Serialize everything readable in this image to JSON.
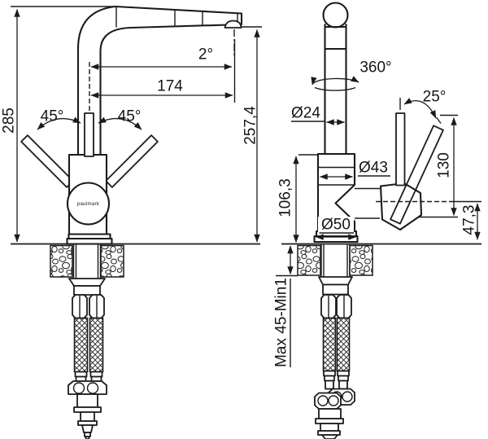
{
  "drawing": {
    "brand": "paulmark",
    "front_view": {
      "overall_height": "285",
      "spout_angle": "2°",
      "spout_reach": "174",
      "left_handle_swing": "45°",
      "right_handle_swing": "45°",
      "spout_outlet_height": "257,4"
    },
    "side_view": {
      "swivel_angle": "360°",
      "spout_tube_diameter": "Ø24",
      "lever_tilt_angle": "25°",
      "body_diameter": "Ø43",
      "body_height": "106,3",
      "base_diameter": "Ø50",
      "lever_length": "130",
      "lever_axis_height": "47,3",
      "mounting_range": "Max 45-Min1"
    }
  }
}
